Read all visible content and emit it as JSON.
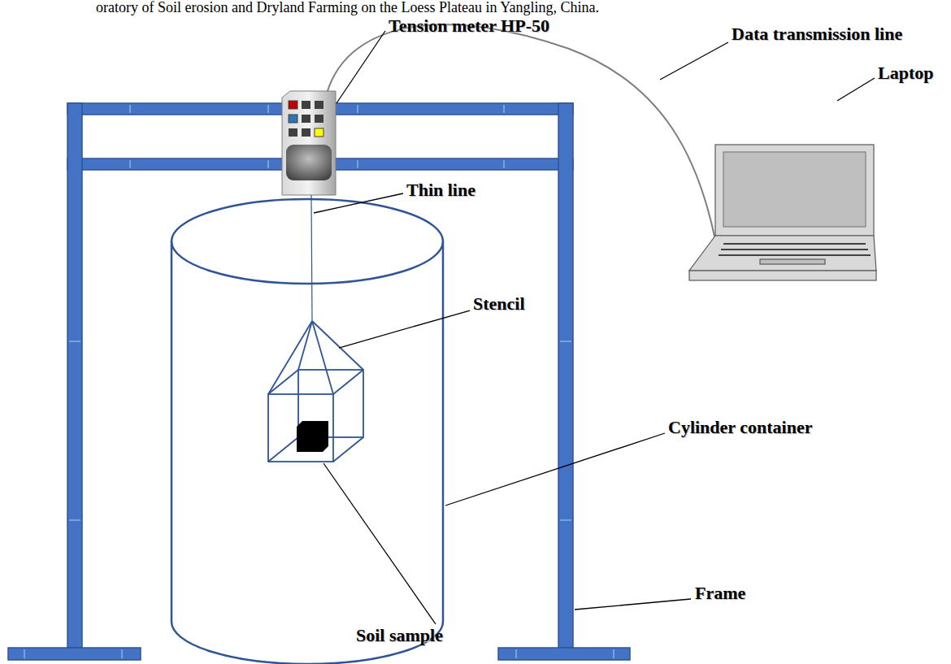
{
  "diagram": {
    "labels": [
      "oratory of Soil erosion and Dryland Farming on the Loess Plateau in Yangling, China.",
      "Tension meter HP-50",
      "Data transmission line",
      "Laptop",
      "Thin line",
      "Stencil",
      "Cylinder container",
      "Soil sample",
      "Frame"
    ]
  }
}
